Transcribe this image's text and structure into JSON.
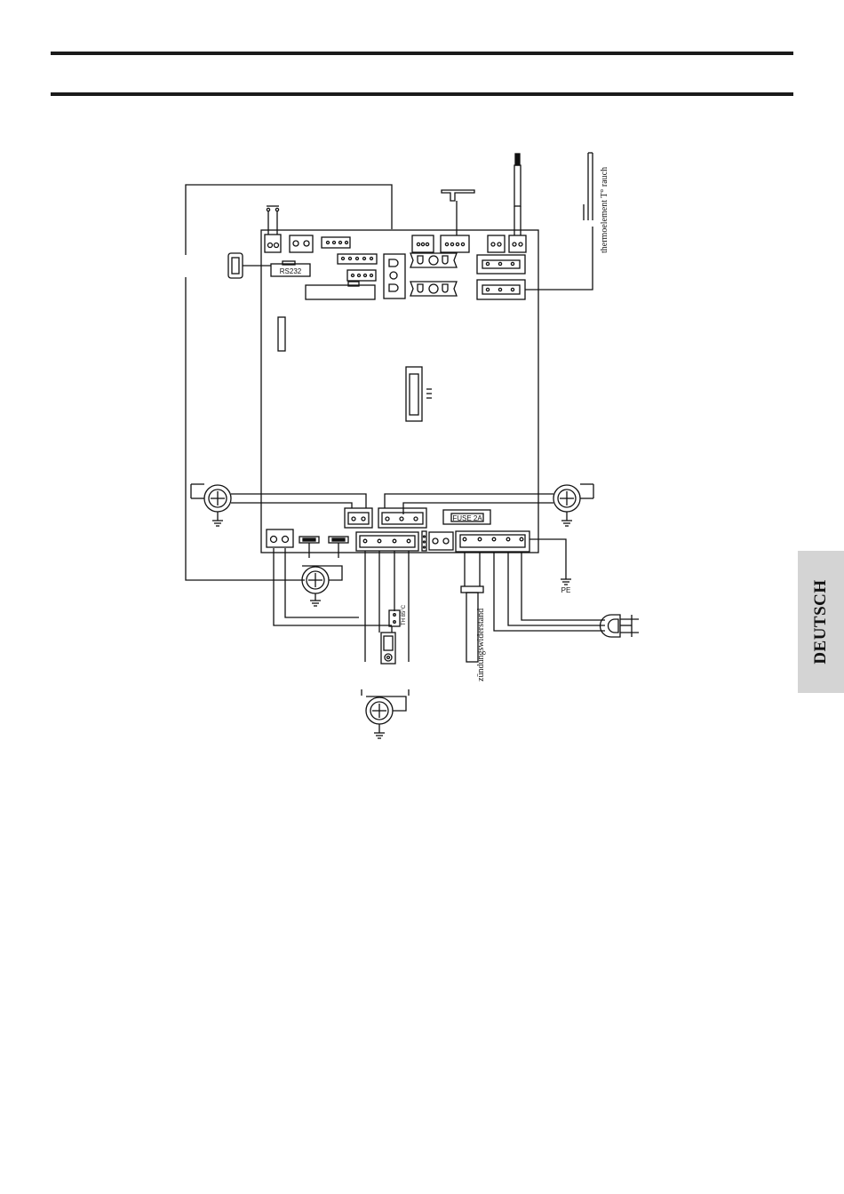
{
  "labels": {
    "rs232": "RS232",
    "fuse": "FUSE 2A",
    "thermoelement": "thermoelement  T° rauch",
    "ignition": "zündungswiderstand",
    "pe": "PE",
    "thermostat": "TH 85°C"
  },
  "sidebar_tab": {
    "language": "DEUTSCH"
  }
}
